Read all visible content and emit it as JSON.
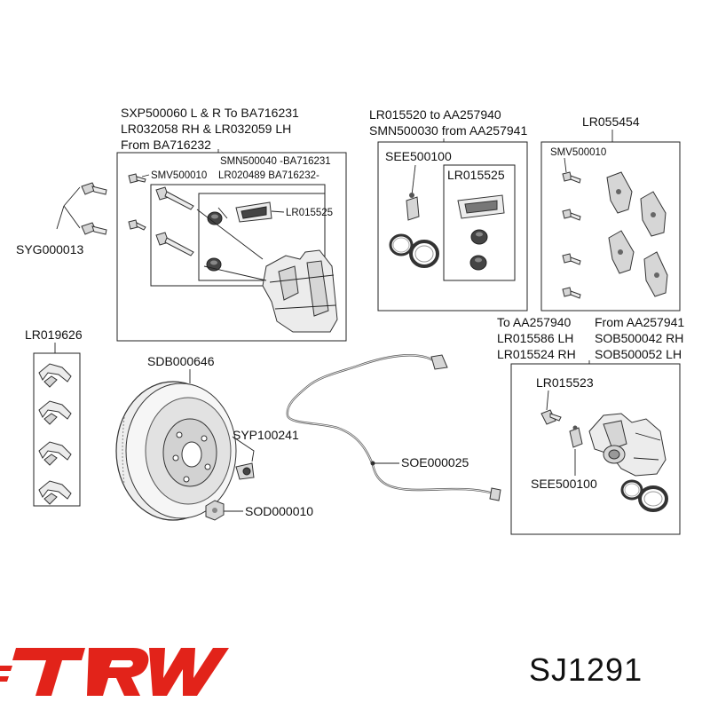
{
  "brand": {
    "name": "TRW",
    "color": "#e2231a"
  },
  "part_number": "SJ1291",
  "labels": {
    "sxp_line1": "SXP500060 L & R To BA716231",
    "sxp_line2": "LR032058 RH & LR032059 LH",
    "sxp_line3": "From BA716232",
    "smn500040": "SMN500040 -BA716231",
    "lr020489": "LR020489 BA716232-",
    "smv500010_left": "SMV500010",
    "lr015525_left": "LR015525",
    "syg000013": "SYG000013",
    "lr015520_line1": "LR015520 to AA257940",
    "lr015520_line2": "SMN500030 from AA257941",
    "see500100_top": "SEE500100",
    "lr015525_mid": "LR015525",
    "lr055454": "LR055454",
    "smv500010_right": "SMV500010",
    "lr019626": "LR019626",
    "sdb000646": "SDB000646",
    "syp100241": "SYP100241",
    "sod000010": "SOD000010",
    "soe000025": "SOE000025",
    "to_aa257940": "To AA257940",
    "lr015586": "LR015586 LH",
    "lr015524": "LR015524 RH",
    "from_aa257941": "From AA257941",
    "sob500042": "SOB500042 RH",
    "sob500052": "SOB500052 LH",
    "lr015523": "LR015523",
    "see500100_bottom": "SEE500100"
  }
}
